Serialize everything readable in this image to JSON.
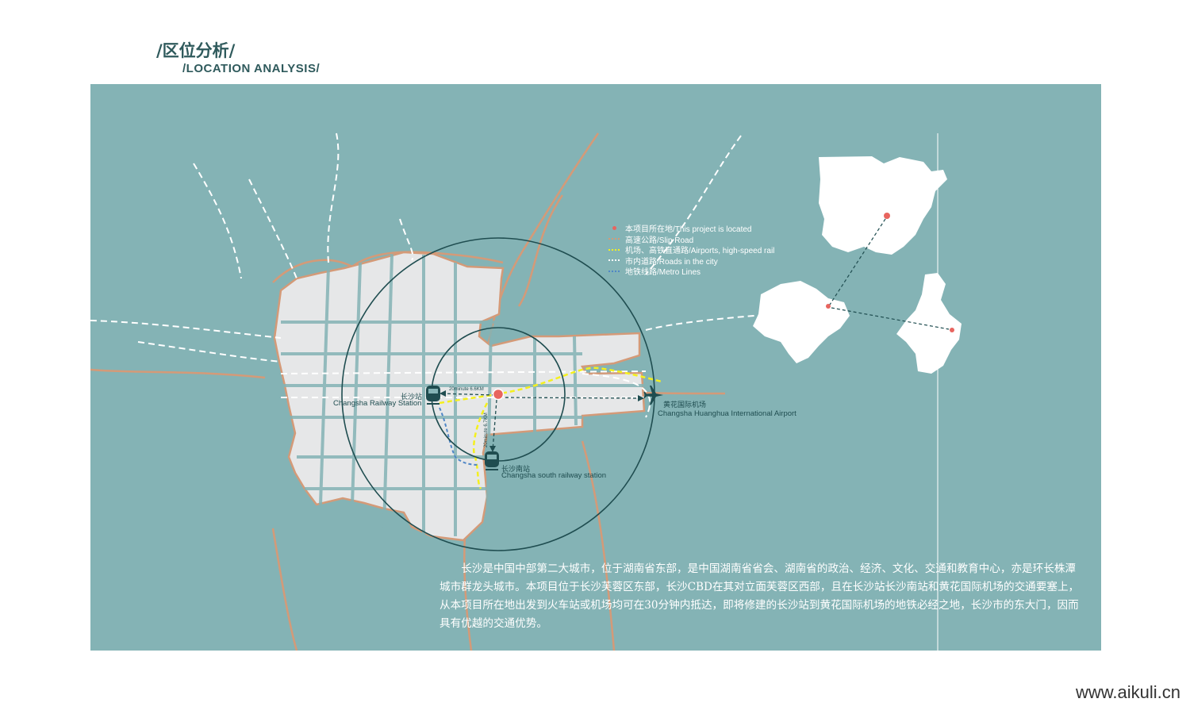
{
  "title": {
    "cn": "/区位分析/",
    "en": "/LOCATION  ANALYSIS/"
  },
  "legend": [
    {
      "label": "本项目所在地/This project is located",
      "type": "dot",
      "color": "#e8655f"
    },
    {
      "label": "高速公路/Slip Road",
      "type": "line",
      "color": "#d49a78"
    },
    {
      "label": "机场、高铁直通路/Airports, high-speed rail",
      "type": "line",
      "color": "#f4f01e"
    },
    {
      "label": "市内道路/Roads in the city",
      "type": "line",
      "color": "#ffffff"
    },
    {
      "label": "地铁线路/Metro Lines",
      "type": "line",
      "color": "#4f86c6"
    }
  ],
  "places": {
    "railway_station": {
      "cn": "长沙站",
      "en": "Changsha Railway Station",
      "icon": "train-icon"
    },
    "south_station": {
      "cn": "长沙南站",
      "en": "Changsha south railway station",
      "icon": "train-icon"
    },
    "airport": {
      "cn": "黄花国际机场",
      "en": "Changsha Huanghua International Airport",
      "icon": "airplane-icon"
    }
  },
  "distances": {
    "to_railway": "20minute  6.6KM",
    "to_south": "20minute  6.7KM"
  },
  "description": "长沙是中国中部第二大城市，位于湖南省东部，是中国湖南省省会、湖南省的政治、经济、文化、交通和教育中心，亦是环长株潭城市群龙头城市。本项目位于长沙芙蓉区东部，长沙CBD在其对立面芙蓉区西部，且在长沙站长沙南站和黄花国际机场的交通要塞上，从本项目所在地出发到火车站或机场均可在30分钟内抵达，即将修建的长沙站到黄花国际机场的地铁必经之地，长沙市的东大门，因而具有优越的交通优势。",
  "watermark": "www.aikuli.cn",
  "colors": {
    "panel": "#84b3b5",
    "city": "#e6e7e8",
    "ring": "#1f4d50",
    "project": "#e8655f",
    "highway": "#d49a78",
    "rail": "#f4f01e",
    "metro": "#4f86c6"
  }
}
